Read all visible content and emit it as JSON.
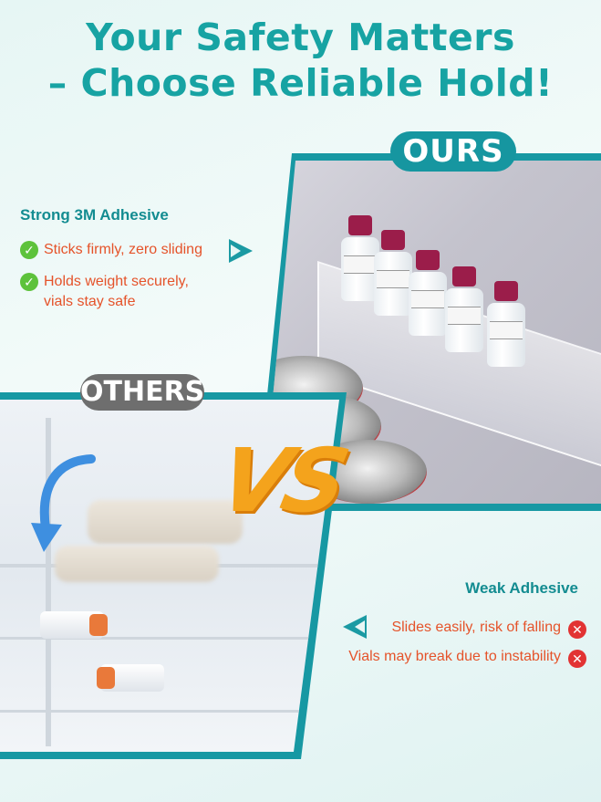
{
  "headline": {
    "line1": "Your Safety Matters",
    "line2": "– Choose Reliable Hold!"
  },
  "ours": {
    "badge": "OURS",
    "title": "Strong 3M Adhesive",
    "items": [
      "Sticks firmly, zero sliding",
      "Holds weight securely,",
      "vials stay safe"
    ]
  },
  "others": {
    "badge": "OTHERS",
    "title": "Weak Adhesive",
    "items": [
      "Slides easily, risk of falling",
      "Vials may break due to instability"
    ]
  },
  "vs_text": "VS",
  "colors": {
    "accent": "#17a3a3",
    "badge_ours": "#1696a0",
    "badge_others": "#6e6e6e",
    "warning_text": "#e5532a",
    "check_green": "#5dc23b",
    "cross_red": "#e23333",
    "vs_orange": "#f4a31c",
    "vial_cap": "#9b1d4a"
  },
  "icons": {
    "good": "check-circle-icon",
    "bad": "x-circle-icon",
    "pointer_right": "arrow-right-icon",
    "pointer_left": "arrow-left-icon"
  }
}
